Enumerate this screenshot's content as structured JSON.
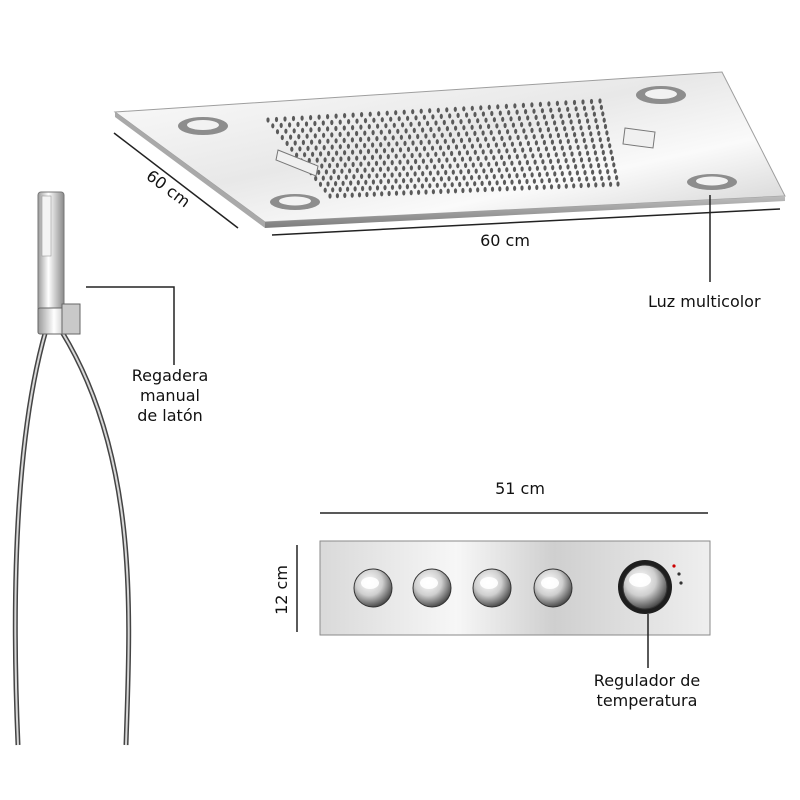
{
  "dimensions": {
    "panel_depth": "60 cm",
    "panel_width": "60 cm",
    "control_width": "51 cm",
    "control_height": "12 cm"
  },
  "callouts": {
    "multicolor_light": "Luz multicolor",
    "hand_shower": [
      "Regadera",
      "manual",
      "de latón"
    ],
    "temperature_regulator": [
      "Regulador de",
      "temperatura"
    ]
  },
  "colors": {
    "chrome_light": "#f4f4f4",
    "chrome_mid": "#d7d7d7",
    "chrome_dark": "#555555",
    "line": "#222222"
  }
}
